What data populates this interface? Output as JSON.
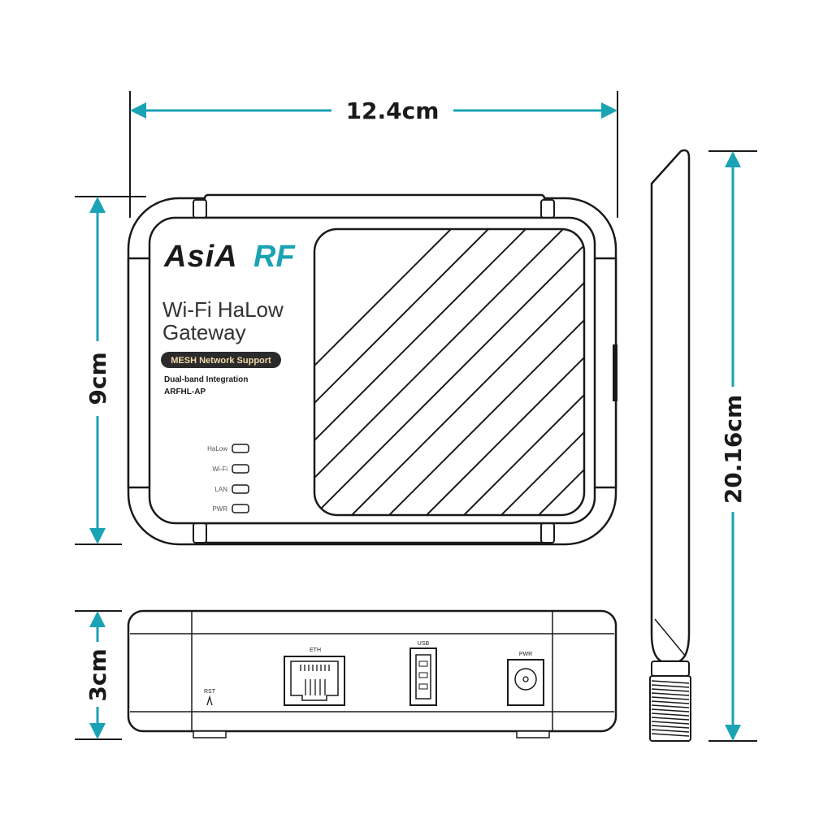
{
  "dimensions": {
    "width": "12.4cm",
    "depth": "9cm",
    "height": "3cm",
    "antenna": "20.16cm"
  },
  "device": {
    "brand_logo": "AsiaRF",
    "title_line1": "Wi-Fi HaLow",
    "title_line2": "Gateway",
    "badge": "MESH Network Support",
    "feature": "Dual-band Integration",
    "model": "ARFHL-AP",
    "leds": [
      "HaLow",
      "Wi-Fi",
      "LAN",
      "PWR"
    ]
  },
  "ports": {
    "reset": "RST",
    "ethernet": "ETH",
    "usb": "USB",
    "power": "PWR"
  },
  "colors": {
    "dimension_accent": "#1aa3b4",
    "outline": "#1a1a1a",
    "badge_bg": "#2b2b2b",
    "badge_text": "#f1d9a8",
    "logo_accent": "#1aa3b4"
  }
}
